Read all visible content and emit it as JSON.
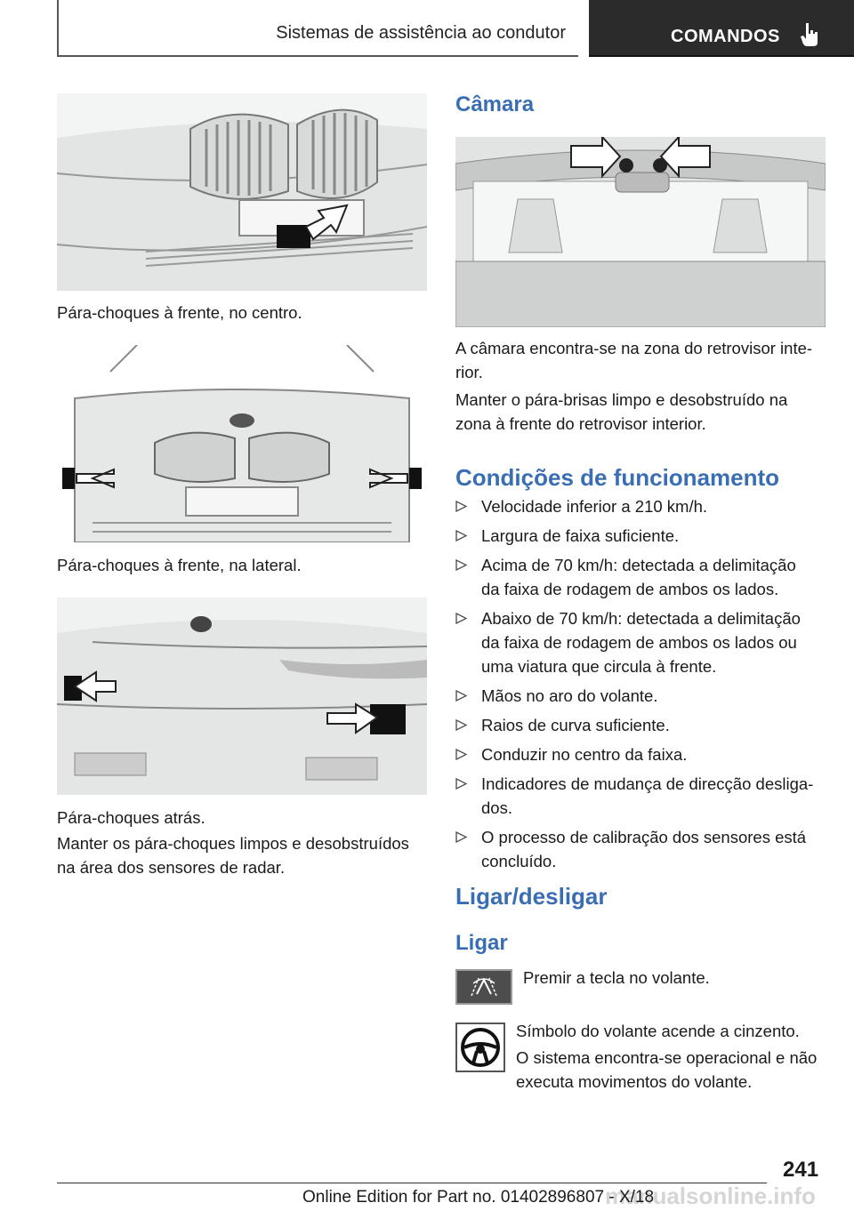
{
  "header": {
    "section_title": "Sistemas de assistência ao condutor",
    "chapter_tab": "COMANDOS"
  },
  "left_column": {
    "fig1_caption": "Pára-choques à frente, no centro.",
    "fig2_caption": "Pára-choques à frente, na lateral.",
    "fig3_caption": "Pára-choques atrás.",
    "paragraph_line1": "Manter os pára-choques limpos e desobstruídos",
    "paragraph_line2": "na área dos sensores de radar."
  },
  "right_column": {
    "camera_heading": "Câmara",
    "camera_p1_line1": "A câmara encontra-se na zona do retrovisor inte-",
    "camera_p1_line2": "rior.",
    "camera_p2_line1": "Manter o pára-brisas limpo e desobstruído na",
    "camera_p2_line2": "zona à frente do retrovisor interior.",
    "conditions_heading": "Condições de funcionamento",
    "conditions": [
      [
        "Velocidade inferior a 210 km/h."
      ],
      [
        "Largura de faixa suficiente."
      ],
      [
        "Acima de 70 km/h: detectada a delimitação",
        "da faixa de rodagem de ambos os lados."
      ],
      [
        "Abaixo de 70 km/h: detectada a delimitação",
        "da faixa de rodagem de ambos os lados ou",
        "uma viatura que circula à frente."
      ],
      [
        "Mãos no aro do volante."
      ],
      [
        "Raios de curva suficiente."
      ],
      [
        "Conduzir no centro da faixa."
      ],
      [
        "Indicadores de mudança de direcção desliga-",
        "dos."
      ],
      [
        "O processo de calibração dos sensores está",
        "concluído."
      ]
    ],
    "onoff_heading": "Ligar/desligar",
    "on_subheading": "Ligar",
    "press_button_text": "Premir a tecla no volante.",
    "wheel_p1": "Símbolo do volante acende a cinzento.",
    "wheel_p2_line1": "O sistema encontra-se operacional e não",
    "wheel_p2_line2": "executa movimentos do volante."
  },
  "footer": {
    "page_number": "241",
    "edition_text": "Online Edition for Part no. 01402896807 - X/18",
    "watermark": "manualsonline.info"
  },
  "icons": {
    "header_tab_icon": "pointing-hand-icon",
    "bullet_icon": "triangle-right-icon",
    "assist_button_icon": "lane-assist-button-icon",
    "steering_wheel_icon": "steering-wheel-icon"
  }
}
